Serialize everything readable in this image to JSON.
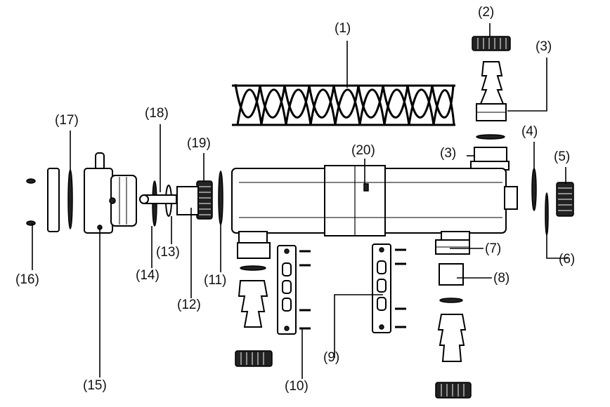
{
  "labels": {
    "l1": "(1)",
    "l2": "(2)",
    "l3a": "(3)",
    "l3b": "(3)",
    "l4": "(4)",
    "l5": "(5)",
    "l6": "(6)",
    "l7": "(7)",
    "l8": "(8)",
    "l9": "(9)",
    "l10": "(10)",
    "l11": "(11)",
    "l12": "(12)",
    "l13": "(13)",
    "l14": "(14)",
    "l15": "(15)",
    "l16": "(16)",
    "l17": "(17)",
    "l18": "(18)",
    "l19": "(19)",
    "l20": "(20)"
  }
}
